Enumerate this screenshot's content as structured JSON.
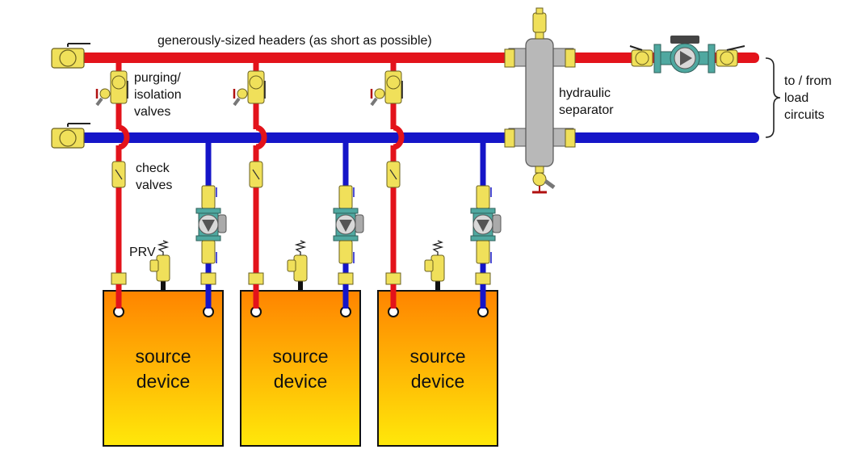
{
  "labels": {
    "headers": "generously-sized headers (as short as possible)",
    "purging_line1": "purging/",
    "purging_line2": "isolation",
    "purging_line3": "valves",
    "check_line1": "check",
    "check_line2": "valves",
    "prv": "PRV",
    "separator_line1": "hydraulic",
    "separator_line2": "separator",
    "load_line1": "to / from",
    "load_line2": "load",
    "load_line3": "circuits"
  },
  "devices": [
    {
      "line1": "source",
      "line2": "device"
    },
    {
      "line1": "source",
      "line2": "device"
    },
    {
      "line1": "source",
      "line2": "device"
    }
  ],
  "colors": {
    "supply": "#e3131b",
    "return": "#1515c8",
    "brass": "#f0e05a",
    "pump": "#4fa8a0",
    "separator": "#b8b8b8",
    "device_top": "#ff8a00",
    "device_bottom": "#ffe80a"
  }
}
